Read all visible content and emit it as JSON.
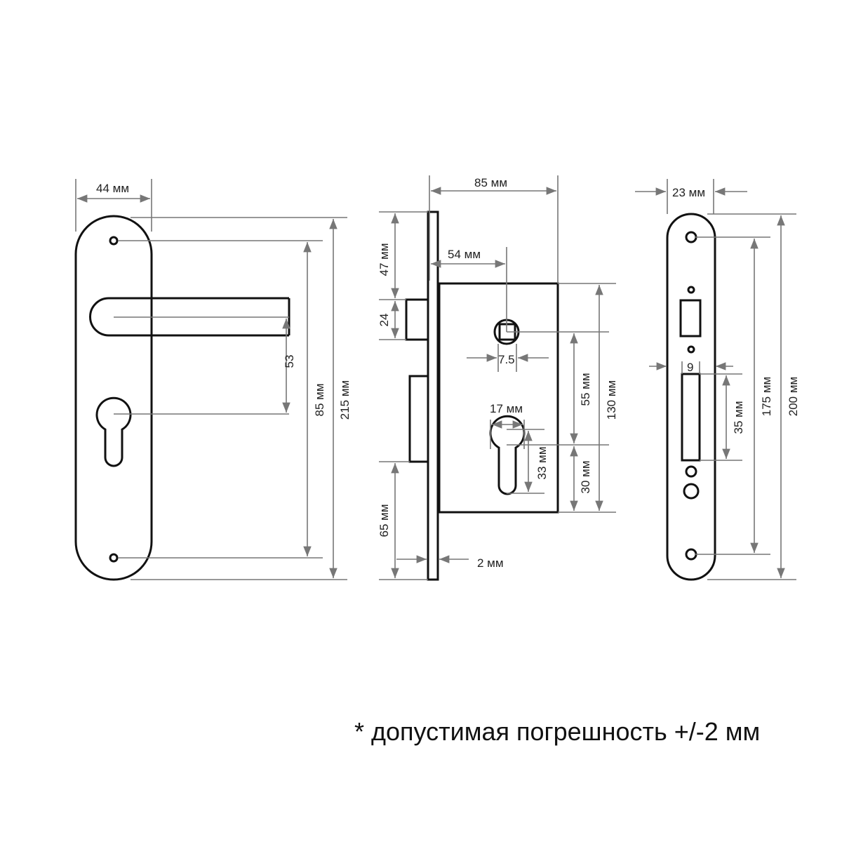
{
  "handle": {
    "width": "44 мм",
    "lever_to_cylinder": "53",
    "screw_spacing": "85 мм",
    "height": "215 мм"
  },
  "lock_body": {
    "total_width": "85 мм",
    "backset": "54 мм",
    "top_offset": "47 мм",
    "latch_height": "24",
    "bottom_offset": "65 мм",
    "faceplate_thickness": "2 мм",
    "spindle_square": "7.5",
    "spindle_to_cylinder": "55 мм",
    "body_height": "130 мм",
    "cylinder_width": "17 мм",
    "cylinder_height": "33 мм",
    "cylinder_to_bottom": "30 мм"
  },
  "strike_plate": {
    "width": "23 мм",
    "slot_width": "9",
    "slot_height": "35 мм",
    "screw_spacing": "175 мм",
    "height": "200 мм"
  },
  "footnote": "* допустимая погрешность +/-2 мм",
  "colors": {
    "outline": "#111111",
    "dimension": "#777777"
  }
}
